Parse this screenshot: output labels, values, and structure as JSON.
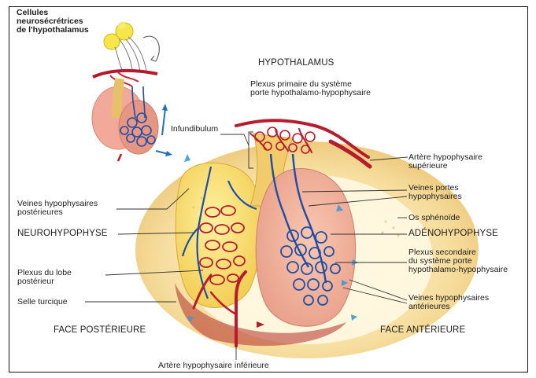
{
  "labels": {
    "cellules": "Cellules\nneurosécrétrices\nde l'hypothalamus",
    "hypothalamus": "HYPOTHALAMUS",
    "plexus_primaire": "Plexus primaire du système\nporte hypothalamo-hypophysaire",
    "infundibulum": "Infundibulum",
    "artere_sup": "Artère hypophysaire\nsupérieure",
    "veines_portes": "Veines portes\nhypophysaires",
    "veines_post": "Veines hypophysaires\npostérieures",
    "os_sphenoide": "Os sphénoïde",
    "neurohypophyse": "NEUROHYPOPHYSE",
    "adenohypophyse": "ADÉNOHYPOPHYSE",
    "plexus_lobe": "Plexus du lobe\npostérieur",
    "plexus_secondaire": "Plexus secondaire\ndu système porte\nhypothalamo-hypophysaire",
    "selle": "Selle turcique",
    "veines_ant": "Veines hypophysaires\nantérieures",
    "face_post": "FACE POSTÉRIEURE",
    "face_ant": "FACE ANTÉRIEURE",
    "artere_inf": "Artère hypophysaire inférieure"
  }
}
